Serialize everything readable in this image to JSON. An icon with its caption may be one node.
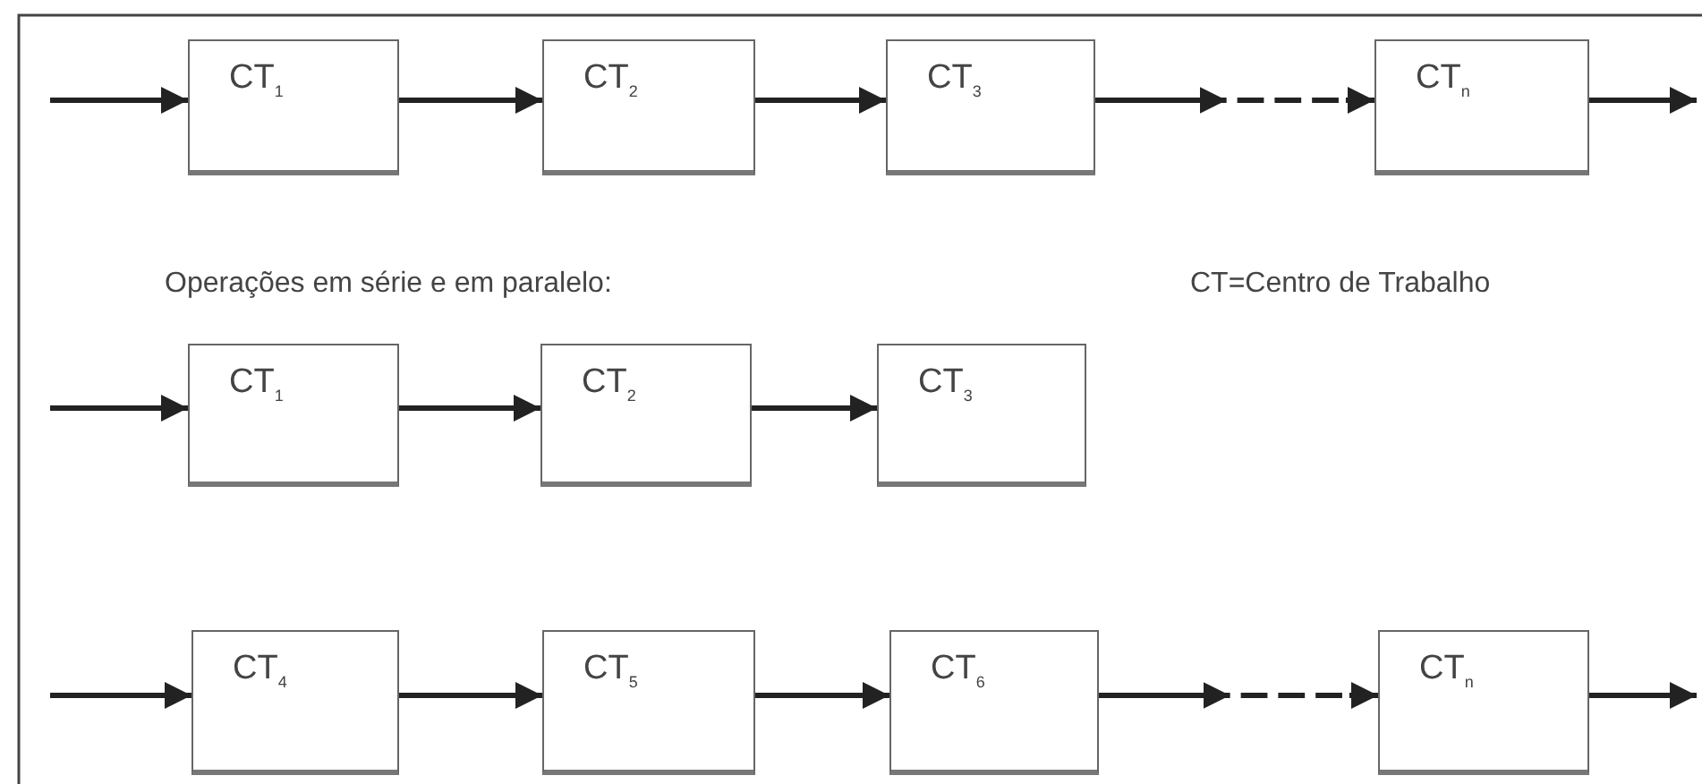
{
  "diagram": {
    "nodes": [
      {
        "text": [
          "CT$_{1}$"
        ]
      },
      {
        "text": [
          "CT$_{2}$"
        ]
      },
      {
        "text": [
          "CT$_{3}$"
        ]
      },
      {
        "text": [
          "CT$_{n}$"
        ]
      },
      {
        "text": [
          "CT$_{1}$"
        ]
      },
      {
        "text": [
          "CT$_{2}$"
        ]
      },
      {
        "text": [
          "CT$_{3}$"
        ]
      },
      {
        "text": [
          "CT$_{4}$"
        ]
      },
      {
        "text": [
          "CT$_{5}$"
        ]
      },
      {
        "text": [
          "CT$_{6}$"
        ]
      },
      {
        "text": [
          "CT$_{n}$"
        ]
      }
    ],
    "edges": [
      {
        "from": null,
        "to": 0,
        "arrow": "to"
      },
      {
        "from": 0,
        "to": 1,
        "arrow": "to"
      },
      {
        "from": 1,
        "to": 2,
        "arrow": "to"
      },
      {
        "from": 2,
        "to": 3,
        "arrow": "to",
        "style": "dashed"
      },
      {
        "from": 3,
        "to": null,
        "arrow": "to"
      },
      {
        "from": null,
        "to": 4,
        "arrow": "to"
      },
      {
        "from": 4,
        "to": 5,
        "arrow": "to"
      },
      {
        "from": 5,
        "to": 6,
        "arrow": "to"
      },
      {
        "from": null,
        "to": 7,
        "arrow": "to"
      },
      {
        "from": 7,
        "to": 8,
        "arrow": "to"
      },
      {
        "from": 8,
        "to": 9,
        "arrow": "to"
      },
      {
        "from": 9,
        "to": 10,
        "arrow": "to",
        "style": "dashed"
      },
      {
        "from": 10,
        "to": null,
        "arrow": "to"
      }
    ],
    "labels": [
      "Operações em série e em paralelo:",
      "CT=Centro de Trabalho"
    ]
  }
}
